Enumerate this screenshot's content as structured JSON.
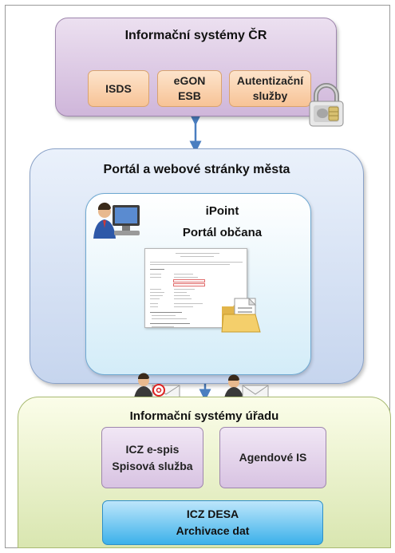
{
  "top": {
    "title": "Informační systémy ČR",
    "items": [
      "ISDS",
      "eGON\nESB",
      "Autentizační\nslužby"
    ]
  },
  "portal": {
    "title": "Portál a webové stránky města",
    "ipoint_title": "iPoint",
    "ipoint_subtitle": "Portál občana"
  },
  "urad": {
    "title": "Informační systémy úřadu",
    "spis": "ICZ e-spis\nSpisová služba",
    "agend": "Agendové IS",
    "desa": "ICZ DESA\nArchivace dat"
  },
  "colors": {
    "arrow": "#4a7ec0",
    "top_panel": "#cfb6da",
    "portal": "#c6d5ee",
    "urad": "#d9e6b0",
    "desa": "#3cb1ea",
    "orange_box": "#f7c396"
  },
  "icons": [
    "lock-icon",
    "user-computer-icon",
    "folder-document-icon",
    "user-email-icon",
    "user-letter-icon"
  ]
}
